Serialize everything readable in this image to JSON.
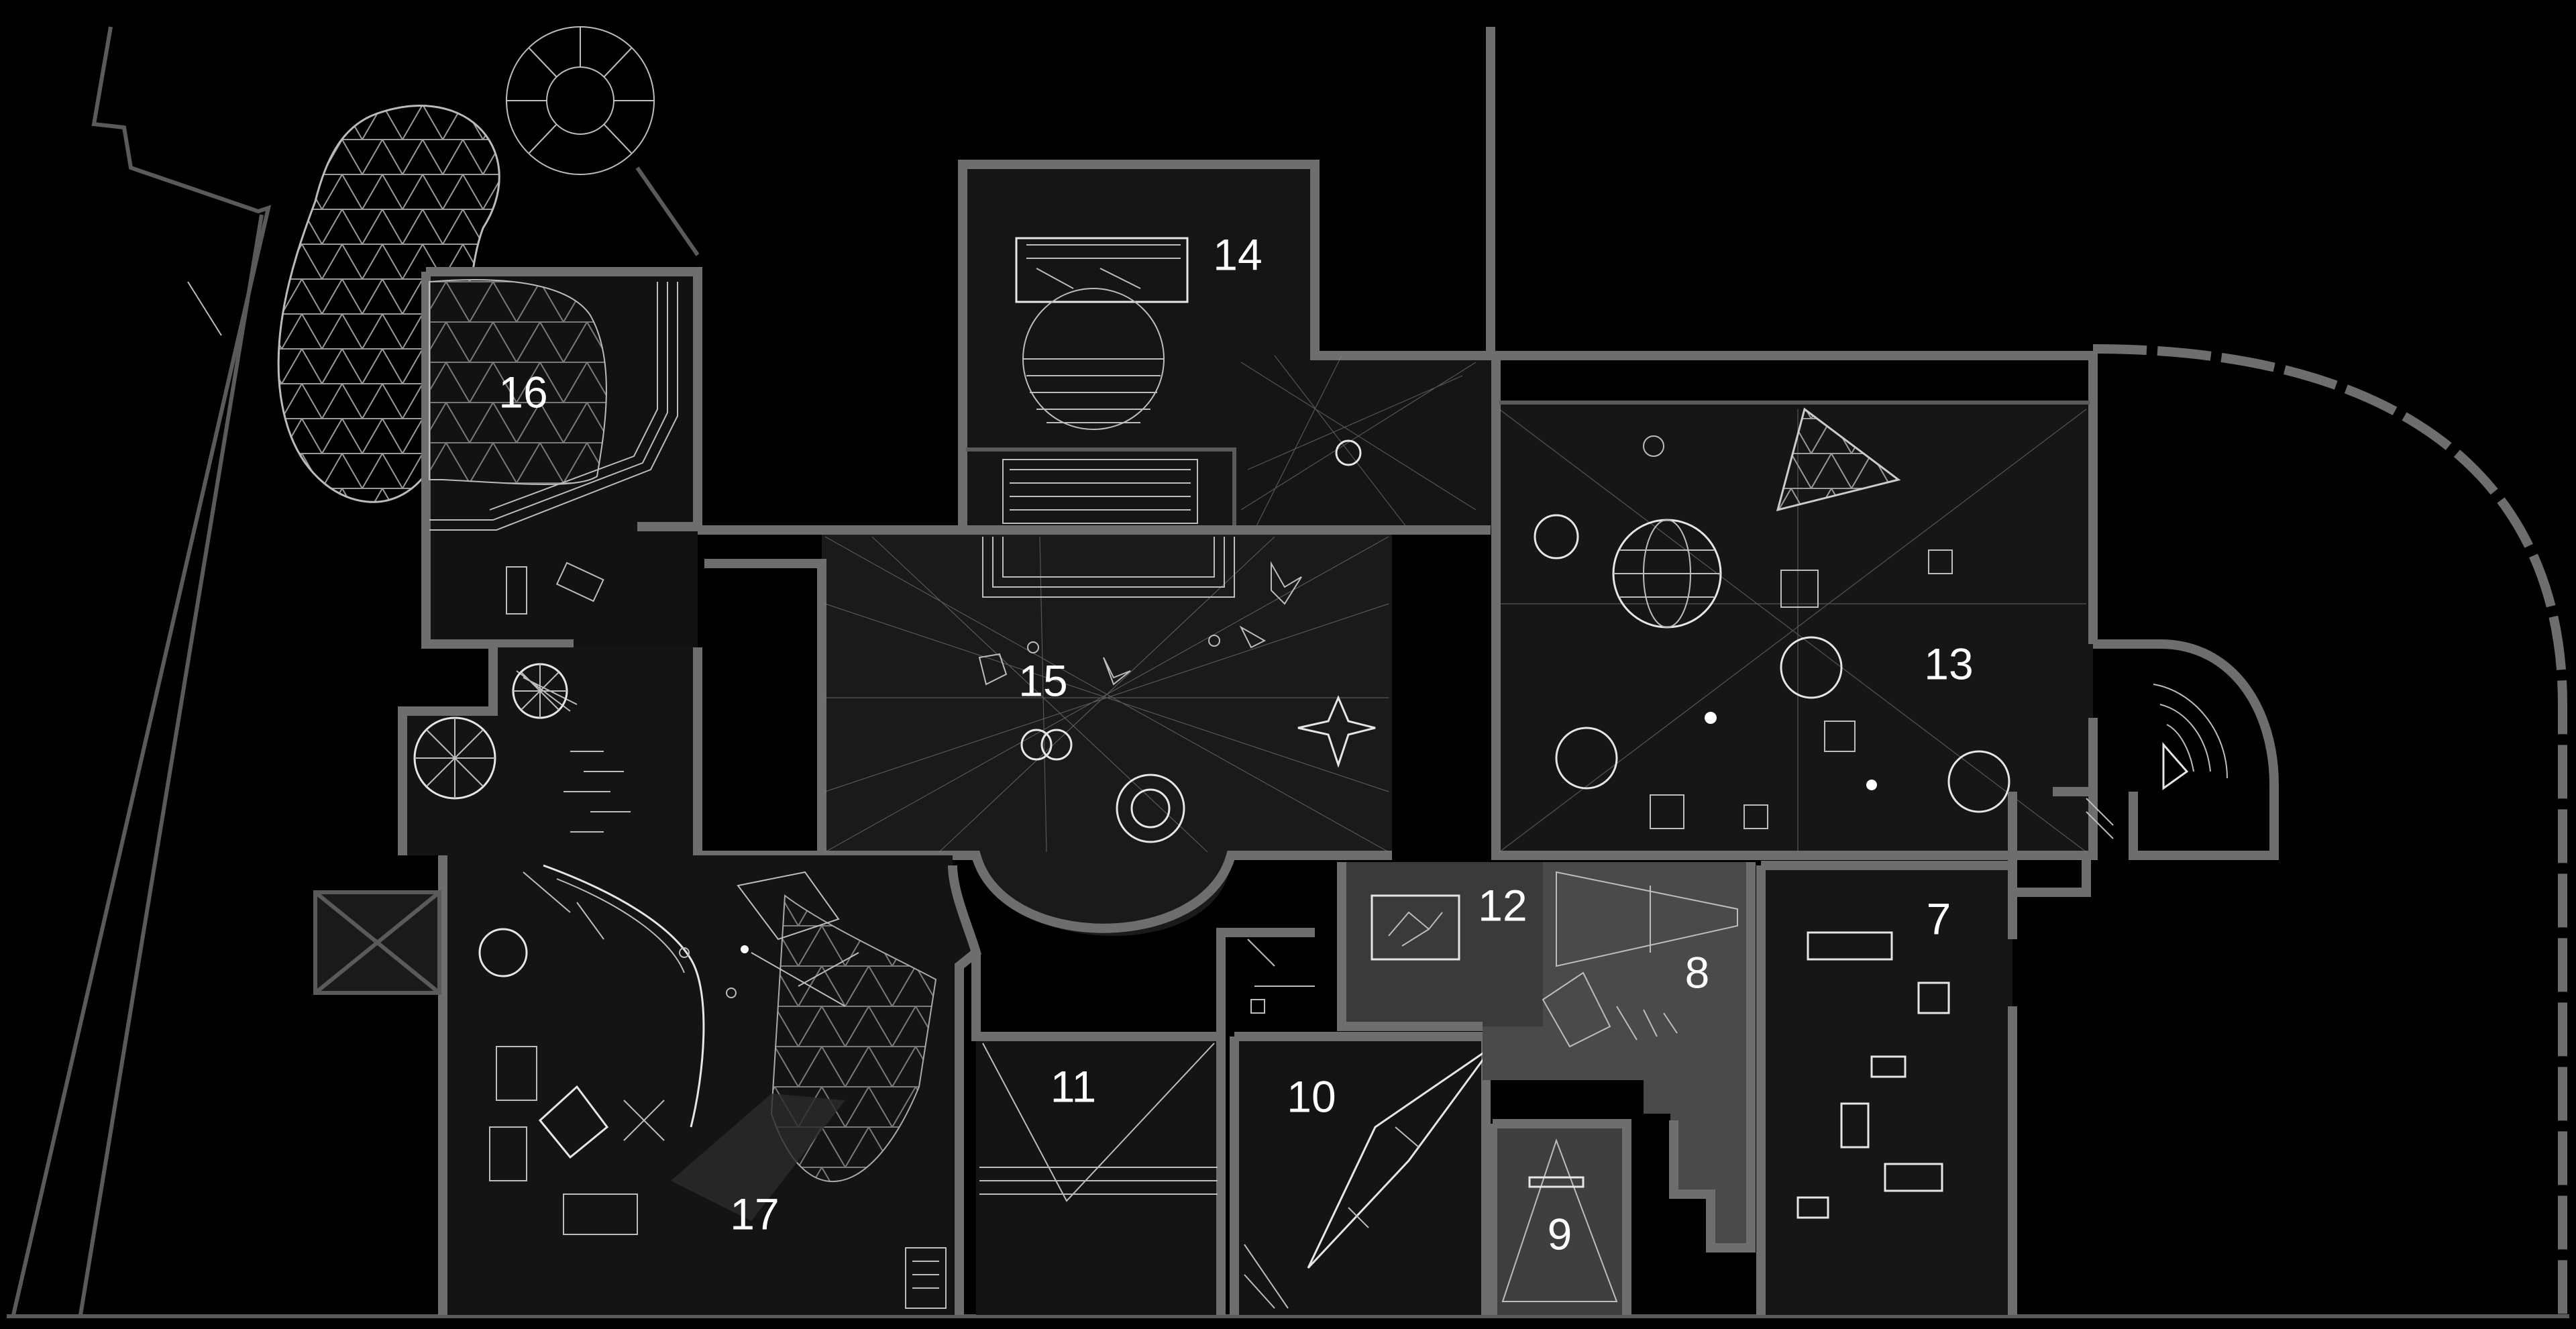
{
  "map": {
    "type": "museum-floor-plan",
    "colors": {
      "background": "#000000",
      "wall": "#6e6e6e",
      "room_dark": "#121212",
      "room_mid": "#1b1b1b",
      "room_light": "#3a3a3a",
      "room_lighter": "#4a4a4a",
      "label": "#ffffff",
      "linework": "#c8c8c8"
    },
    "rooms": [
      {
        "id": "7",
        "label": "7"
      },
      {
        "id": "8",
        "label": "8"
      },
      {
        "id": "9",
        "label": "9"
      },
      {
        "id": "10",
        "label": "10"
      },
      {
        "id": "11",
        "label": "11"
      },
      {
        "id": "12",
        "label": "12"
      },
      {
        "id": "13",
        "label": "13"
      },
      {
        "id": "14",
        "label": "14"
      },
      {
        "id": "15",
        "label": "15"
      },
      {
        "id": "16",
        "label": "16"
      },
      {
        "id": "17",
        "label": "17"
      }
    ]
  }
}
